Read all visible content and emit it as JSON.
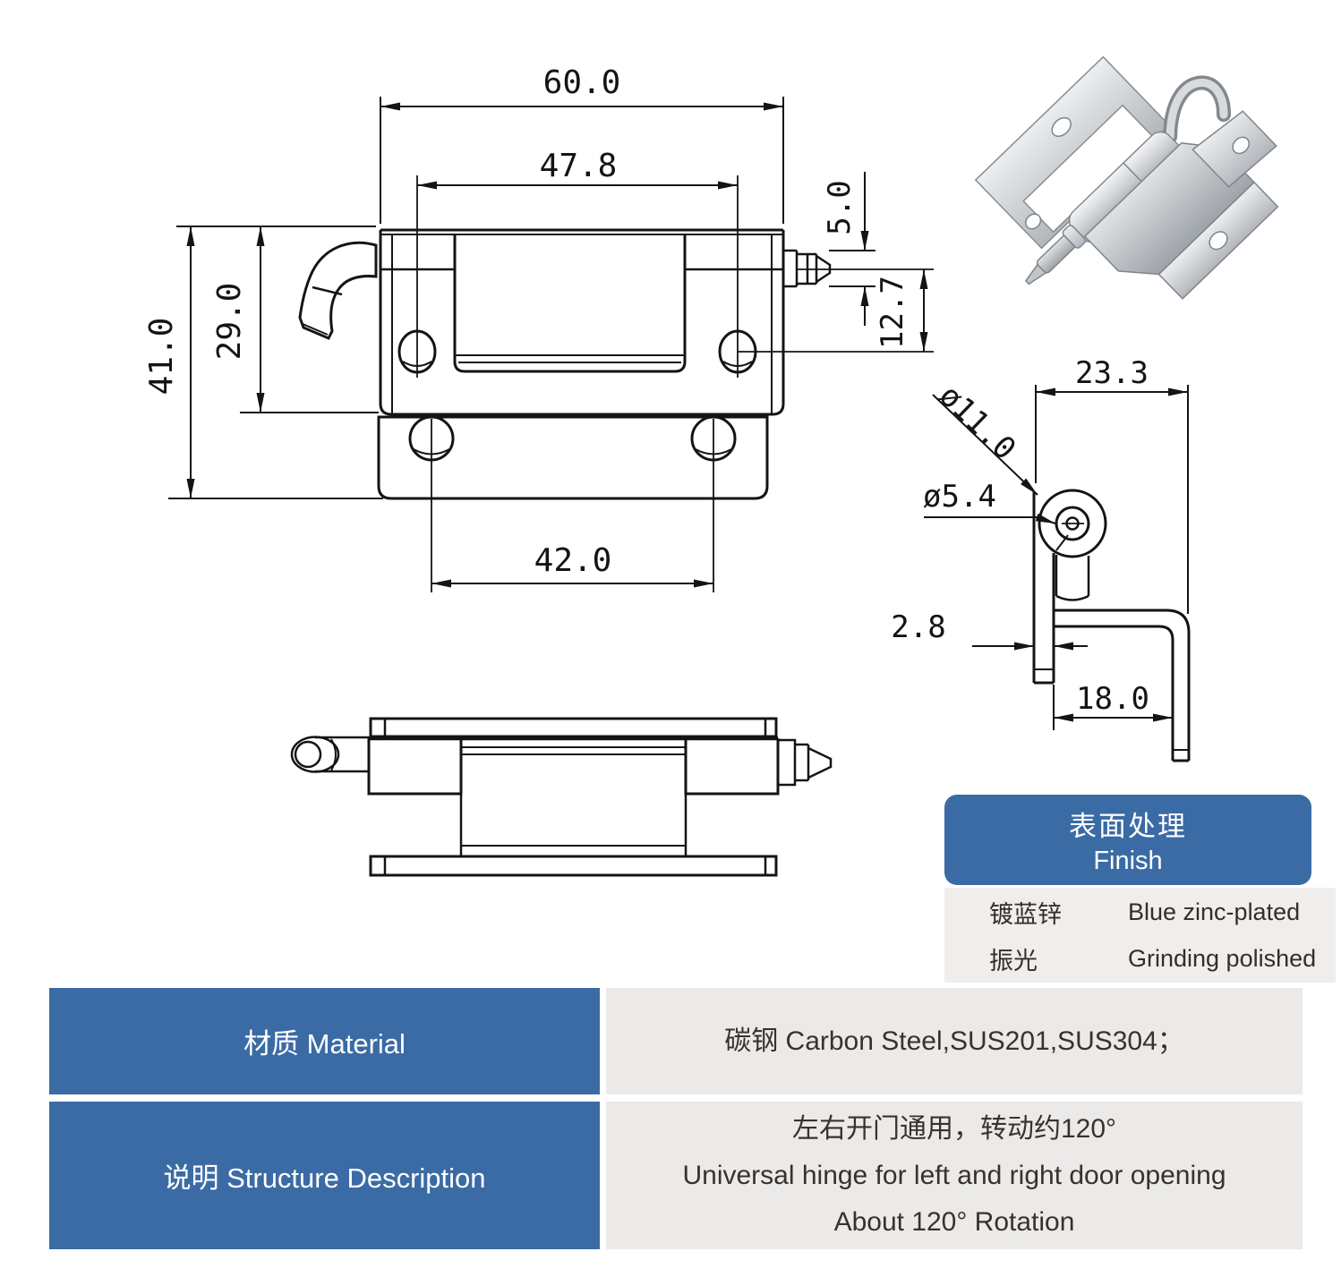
{
  "colors": {
    "accent_blue": "#3b6ba4",
    "value_cell_gray": "#ebeae9",
    "finish_body_gray": "#efeeec",
    "line_black": "#141414"
  },
  "front_view": {
    "dims": {
      "width_outer": "60.0",
      "hole_span_top": "47.8",
      "pin_diameter": "5.0",
      "pin_axis_offset": "12.7",
      "height_outer": "41.0",
      "height_upper_leaf": "29.0",
      "hole_span_bottom": "42.0"
    }
  },
  "side_view": {
    "dims": {
      "depth_outer": "23.3",
      "barrel_diameter": "ø11.0",
      "pin_hole_diameter": "ø5.4",
      "plate_thickness": "2.8",
      "foot_depth": "18.0"
    }
  },
  "finish_panel": {
    "title_zh": "表面处理",
    "title_en": "Finish",
    "rows": [
      {
        "zh": "镀蓝锌",
        "en": "Blue zinc-plated"
      },
      {
        "zh": "振光",
        "en": "Grinding polished"
      }
    ]
  },
  "spec_table": {
    "rows": [
      {
        "label": "材质 Material",
        "value_lines": [
          "碳钢   Carbon Steel,SUS201,SUS304；"
        ]
      },
      {
        "label": "说明 Structure Description",
        "value_lines": [
          "左右开门通用，转动约120°",
          "Universal hinge for left and right door opening",
          "About 120° Rotation"
        ]
      }
    ]
  }
}
